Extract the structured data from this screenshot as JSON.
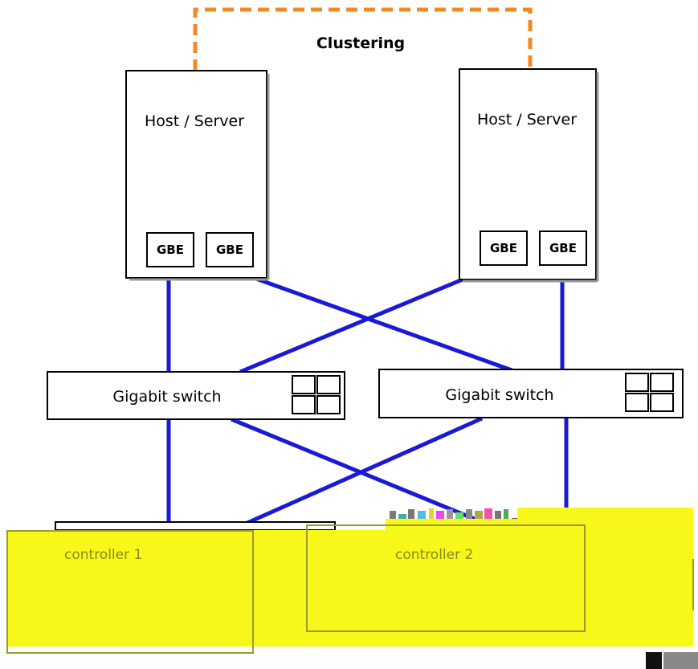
{
  "clustering_label": "Clustering",
  "hosts": [
    {
      "label": "Host / Server",
      "ports": [
        "GBE",
        "GBE"
      ]
    },
    {
      "label": "Host / Server",
      "ports": [
        "GBE",
        "GBE"
      ]
    }
  ],
  "switches": [
    {
      "label": "Gigabit switch"
    },
    {
      "label": "Gigabit switch"
    }
  ],
  "controllers": [
    {
      "label": "controller 1"
    },
    {
      "label": "controller 2"
    }
  ],
  "colors": {
    "link": "#1a1ad6",
    "cluster": "#f28a1f",
    "highlight": "#f7f71a",
    "controller_border": "#9a9a30",
    "controller_text": "#8a8a1a"
  }
}
